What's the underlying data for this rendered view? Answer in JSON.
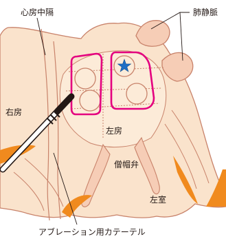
{
  "labels": {
    "atrial_septum": "心房中隔",
    "pulmonary_vein": "肺静脈",
    "right_atrium": "右房",
    "left_atrium": "左房",
    "mitral_valve": "僧帽弁",
    "left_ventricle": "左室",
    "ablation_catheter": "アブレーション用カテーテル"
  },
  "colors": {
    "tissue_fill": "#fae3cc",
    "tissue_outline": "#c8826a",
    "muscle_orange": "#f08a1e",
    "ablation_line": "#e4007f",
    "star": "#1f6fc5",
    "text": "#231815"
  },
  "icons": {
    "target_marker": "star-icon"
  }
}
